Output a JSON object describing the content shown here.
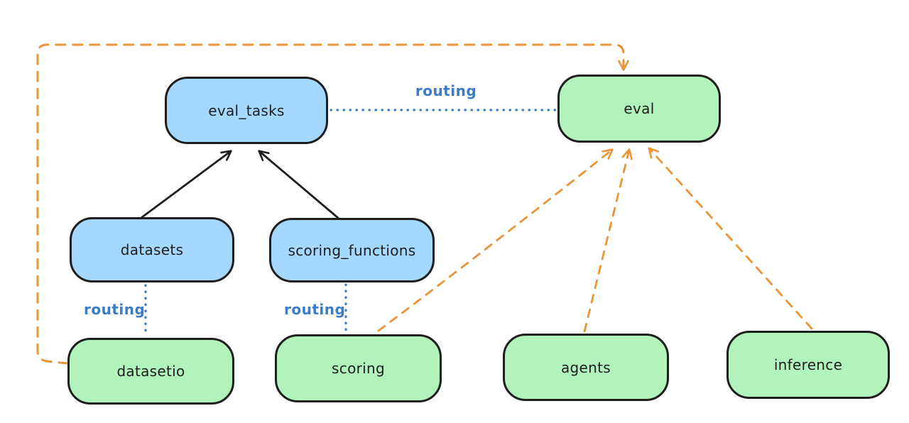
{
  "diagram": {
    "colors": {
      "background": "#ffffff",
      "resource_node_fill": "#a5d8ff",
      "api_node_fill": "#b2f2bb",
      "node_stroke": "#1e1e1e",
      "routing_edge_color": "#3b7cc9",
      "provider_edge_color": "#eb9437",
      "dependency_edge_color": "#1e1e1e"
    },
    "nodes": {
      "eval_tasks": {
        "label": "eval_tasks",
        "kind": "resource-blue"
      },
      "eval": {
        "label": "eval",
        "kind": "api-green"
      },
      "datasets": {
        "label": "datasets",
        "kind": "resource-blue"
      },
      "scoring_functions": {
        "label": "scoring_functions",
        "kind": "resource-blue"
      },
      "datasetio": {
        "label": "datasetio",
        "kind": "api-green"
      },
      "scoring": {
        "label": "scoring",
        "kind": "api-green"
      },
      "agents": {
        "label": "agents",
        "kind": "api-green"
      },
      "inference": {
        "label": "inference",
        "kind": "api-green"
      }
    },
    "edges": [
      {
        "from": "datasets",
        "to": "eval_tasks",
        "style": "solid",
        "color": "#1e1e1e",
        "arrow": true,
        "label": ""
      },
      {
        "from": "scoring_functions",
        "to": "eval_tasks",
        "style": "solid",
        "color": "#1e1e1e",
        "arrow": true,
        "label": ""
      },
      {
        "from": "eval_tasks",
        "to": "eval",
        "style": "dotted",
        "color": "#3b7cc9",
        "arrow": false,
        "label": "routing"
      },
      {
        "from": "datasets",
        "to": "datasetio",
        "style": "dotted",
        "color": "#3b7cc9",
        "arrow": false,
        "label": "routing"
      },
      {
        "from": "scoring_functions",
        "to": "scoring",
        "style": "dotted",
        "color": "#3b7cc9",
        "arrow": false,
        "label": "routing"
      },
      {
        "from": "datasetio",
        "to": "eval",
        "style": "dashed",
        "color": "#eb9437",
        "arrow": true,
        "label": ""
      },
      {
        "from": "scoring",
        "to": "eval",
        "style": "dashed",
        "color": "#eb9437",
        "arrow": true,
        "label": ""
      },
      {
        "from": "agents",
        "to": "eval",
        "style": "dashed",
        "color": "#eb9437",
        "arrow": true,
        "label": ""
      },
      {
        "from": "inference",
        "to": "eval",
        "style": "dashed",
        "color": "#eb9437",
        "arrow": true,
        "label": ""
      }
    ]
  }
}
